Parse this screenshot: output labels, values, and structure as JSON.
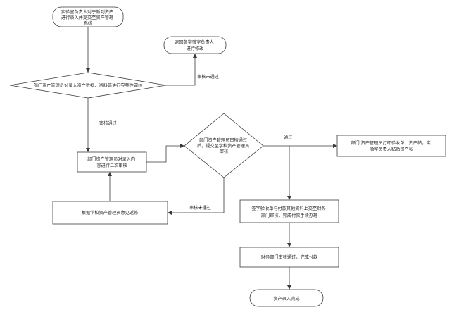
{
  "nodes": {
    "start": [
      "实验室负责人对于新到资产",
      "进行录入并提交至资产管理",
      "系统"
    ],
    "return_lab": [
      "退回各实验室负责人",
      "进行修改"
    ],
    "dept_review": [
      "部门资产管理员对录入资产数据、资料等进行完整性审核"
    ],
    "second_review": [
      "部门资产管理员对录入内",
      "容进行二次审核"
    ],
    "school_review": [
      "部门资产管理员审核通过",
      "后，提交至学校资产管理员",
      "审核"
    ],
    "print_receipt": [
      "部门 资产管理员打印验收单、资产帖，实",
      "验室负责人粘贴资产帖"
    ],
    "modify": [
      "根据学校资产管理员意见返修"
    ],
    "sign": [
      "签字验收单与付款其他资料上交至财务",
      "部门审核，完成付款手续办理"
    ],
    "finance": [
      "财务部门审核通过，完成付款"
    ],
    "end": [
      "资产录入完成"
    ]
  },
  "edges": {
    "fail1": "审核未通过",
    "pass1": "审核通过",
    "pass2": "通过",
    "fail2": "审核未通过"
  }
}
